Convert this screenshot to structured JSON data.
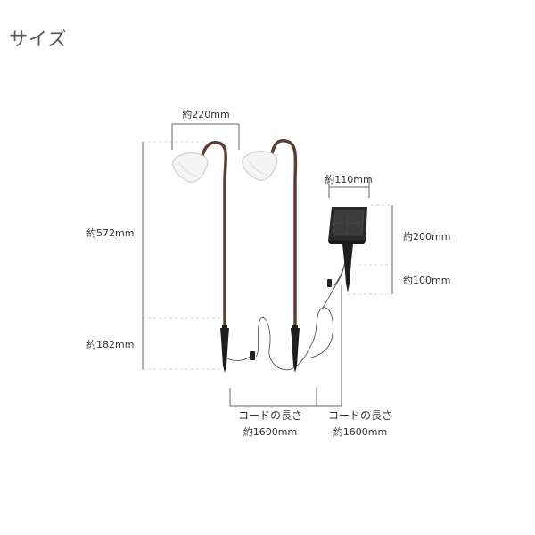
{
  "page": {
    "title": "サイズ"
  },
  "dimensions": {
    "lamp_width": "約220mm",
    "total_height": "約572mm",
    "stake_length": "約182mm",
    "panel_width": "約110mm",
    "panel_height": "約200mm",
    "panel_stake": "約100mm",
    "cord1_label": "コードの長さ",
    "cord1_length": "約1600mm",
    "cord2_label": "コードの長さ",
    "cord2_length": "約1600mm"
  },
  "colors": {
    "lamp_pole": "#5a3d33",
    "panel": "#2a2a2a",
    "dimension_line": "#555555",
    "guide_line": "#cccccc"
  }
}
